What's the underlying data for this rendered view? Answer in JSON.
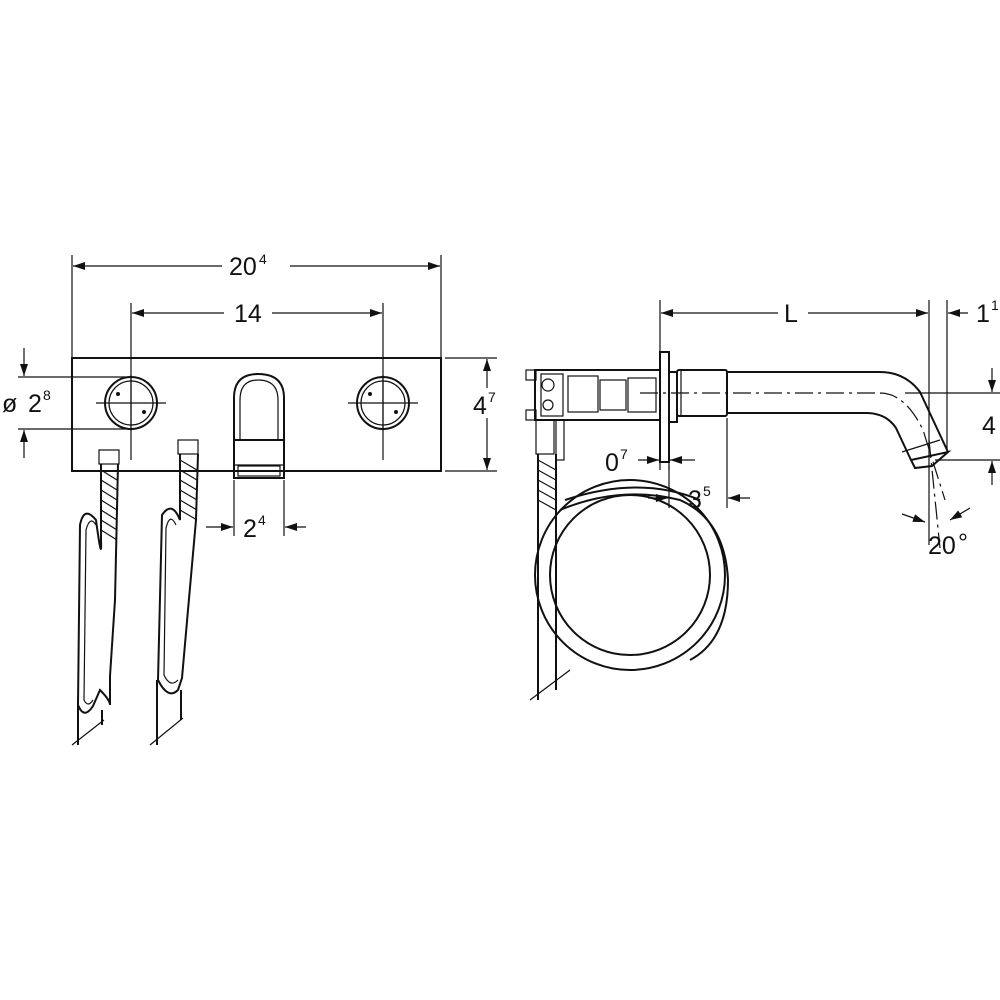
{
  "dimensions": {
    "overall_width": {
      "main": "20",
      "sup": "4"
    },
    "handle_spacing": {
      "main": "14",
      "sup": ""
    },
    "handle_diameter": {
      "prefix": "ø",
      "main": "2",
      "sup": "8"
    },
    "plate_height": {
      "main": "4",
      "sup": "7"
    },
    "spout_width": {
      "main": "2",
      "sup": "4"
    },
    "projection": {
      "main": "L",
      "sup": ""
    },
    "outlet_offset": {
      "main": "1",
      "sup": "1"
    },
    "outlet_drop": {
      "main": "4",
      "sup": ""
    },
    "plate_thickness": {
      "main": "0",
      "sup": "7"
    },
    "rosette_depth": {
      "main": "3",
      "sup": "5"
    },
    "outlet_angle": {
      "main": "20",
      "sup": "°"
    }
  }
}
